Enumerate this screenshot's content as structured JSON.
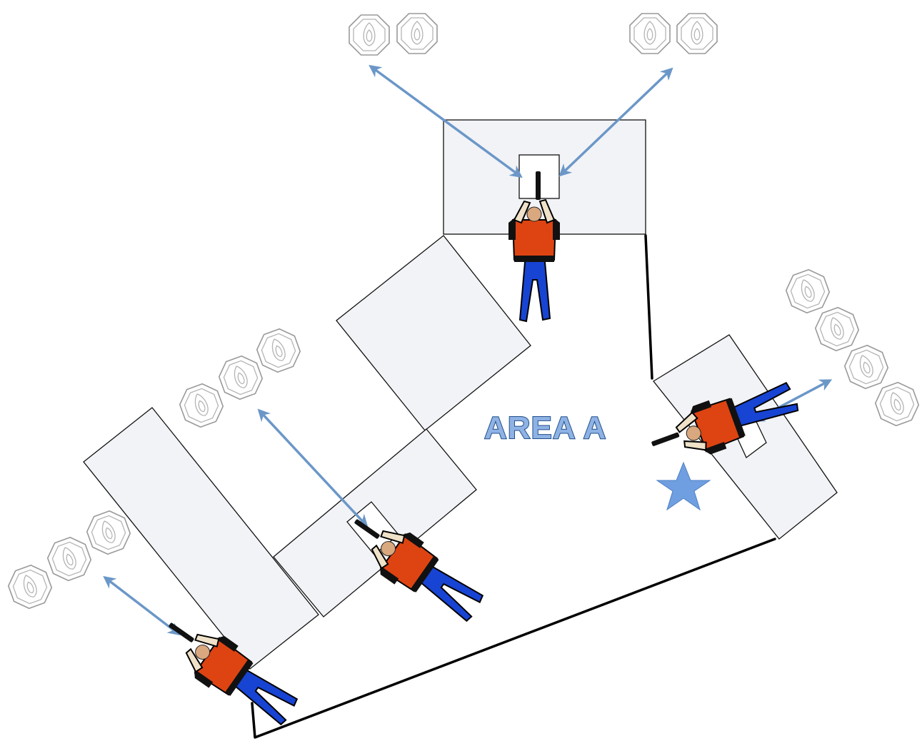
{
  "diagram": {
    "area_label": "AREA A",
    "colors": {
      "arrow": "#6b97c8",
      "wall_fill": "#f2f3f6",
      "shirt": "#dd4412",
      "pants": "#1744d2",
      "star": "#6f9fe0",
      "label_fill": "#8fb2e4",
      "label_stroke": "#1e4f8a"
    },
    "icons": [
      "target-icon",
      "shooter-icon",
      "start-star-icon",
      "arrow-icon"
    ],
    "target_groups": [
      {
        "name": "top-left",
        "count": 2
      },
      {
        "name": "top-right",
        "count": 2
      },
      {
        "name": "right",
        "count": 4
      },
      {
        "name": "middle-left",
        "count": 3
      },
      {
        "name": "bottom-left",
        "count": 3
      }
    ],
    "shooter_positions": 4,
    "start_marker": "star"
  }
}
